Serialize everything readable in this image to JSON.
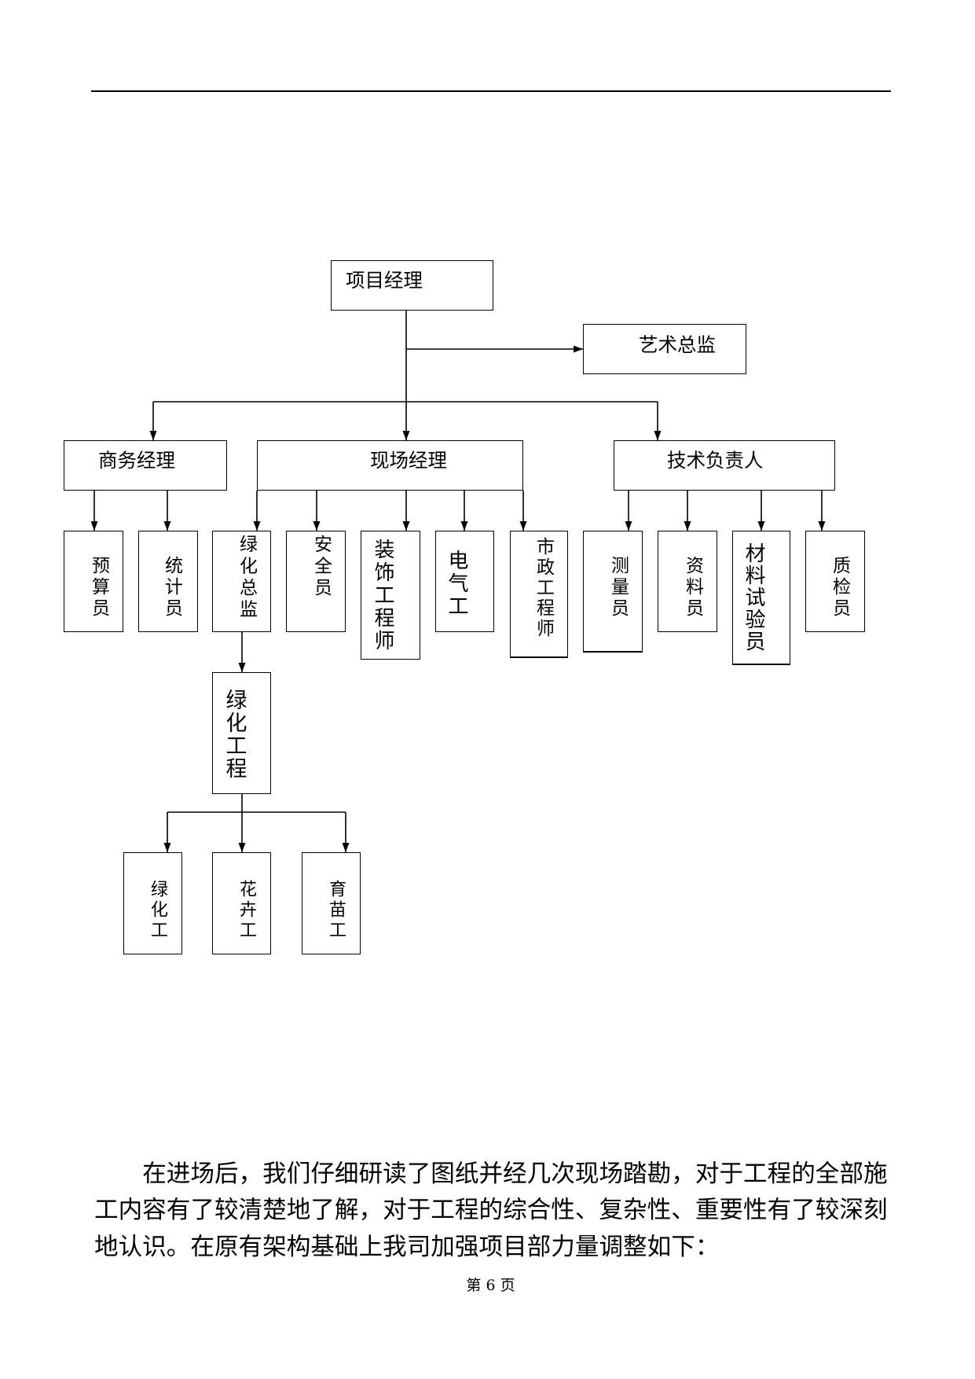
{
  "org_chart": {
    "project_manager": "项目经理",
    "art_director": "艺术总监",
    "business_manager": "商务经理",
    "site_manager": "现场经理",
    "technical_lead": "技术负责人",
    "business_staff": [
      "预算员",
      "统计员"
    ],
    "site_staff": [
      "绿化总监",
      "安全员",
      "装饰工程师",
      "电气工",
      "市政工程师"
    ],
    "technical_staff": [
      "测量员",
      "资料员",
      "材料试验员",
      "质检员"
    ],
    "greening_engineering": "绿化工程",
    "greening_workers": [
      "绿化工",
      "花卉工",
      "育苗工"
    ]
  },
  "body": {
    "paragraph": "在进场后，我们仔细研读了图纸并经几次现场踏勘，对于工程的全部施工内容有了较清楚地了解，对于工程的综合性、复杂性、重要性有了较深刻地认识。在原有架构基础上我司加强项目部力量调整如下："
  },
  "footer": {
    "page_label": "第 6 页"
  }
}
